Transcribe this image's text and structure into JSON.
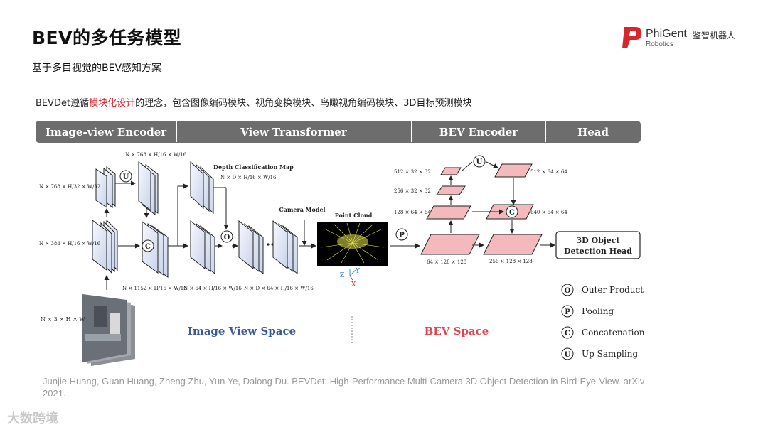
{
  "header": {
    "title": "BEV的多任务模型",
    "subtitle": "基于多目视觉的BEV感知方案"
  },
  "logo": {
    "brand": "PhiGent",
    "brand_cn": "鉴智机器人",
    "brand_sub": "Robotics",
    "icon": "phigent-p-logo-icon",
    "color": "#d9252b"
  },
  "description": {
    "prefix": "BEVDet遵循",
    "highlight": "模块化设计",
    "suffix": "的理念，包含图像编码模块、视角变换模块、鸟瞰视角编码模块、3D目标预测模块",
    "highlight_color": "#d9252b"
  },
  "stages": [
    "Image-view Encoder",
    "View Transformer",
    "BEV Encoder",
    "Head"
  ],
  "image_view": {
    "l1_dims": "N × 768 × H/32 × W/32",
    "l2_dims_top": "N × 768 × H/16 × W/16",
    "l1b_dims": "N × 384 × H/16 × W/16",
    "input_dims": "N × 3 × H × W",
    "concat_dims": "N × 1152 × H/16 × W/16",
    "ctx_dims": "N × 64 × H/16 × W/16",
    "vol_dims": "N × D × 64 × H/16 × W/16",
    "depth_map_title": "Depth Classification Map",
    "depth_dims": "N × D × H/16 × W/16"
  },
  "point_cloud": {
    "camera_model": "Camera Model",
    "title": "Point Cloud",
    "axis_z": "Z",
    "axis_y": "Y",
    "axis_x": "X"
  },
  "bev": {
    "d512": "512 × 32 × 32",
    "d256": "256 × 32 × 32",
    "d128": "128 × 64 × 64",
    "d64": "64 × 128 × 128",
    "r512": "512 × 64 × 64",
    "r640": "640 × 64 × 64",
    "r256": "256 × 128 × 128",
    "head_line1": "3D Object",
    "head_line2": "Detection Head"
  },
  "space_labels": {
    "image": "Image View Space",
    "bev": "BEV Space"
  },
  "legend": [
    {
      "symbol": "O",
      "label": "Outer Product"
    },
    {
      "symbol": "P",
      "label": "Pooling"
    },
    {
      "symbol": "C",
      "label": "Concatenation"
    },
    {
      "symbol": "U",
      "label": "Up Sampling"
    }
  ],
  "citation": "Junjie Huang, Guan Huang, Zheng Zhu, Yun Ye, Dalong Du. BEVDet: High-Performance Multi-Camera 3D Object Detection in Bird-Eye-View. arXiv 2021.",
  "watermark": "大数跨境",
  "colors": {
    "stage_bar": "#6d6d6d",
    "bev_plane": "#f4b9bd",
    "image_space_label": "#3a5a98",
    "bev_space_label": "#e0444c",
    "feature_map": "#e9eef8"
  }
}
